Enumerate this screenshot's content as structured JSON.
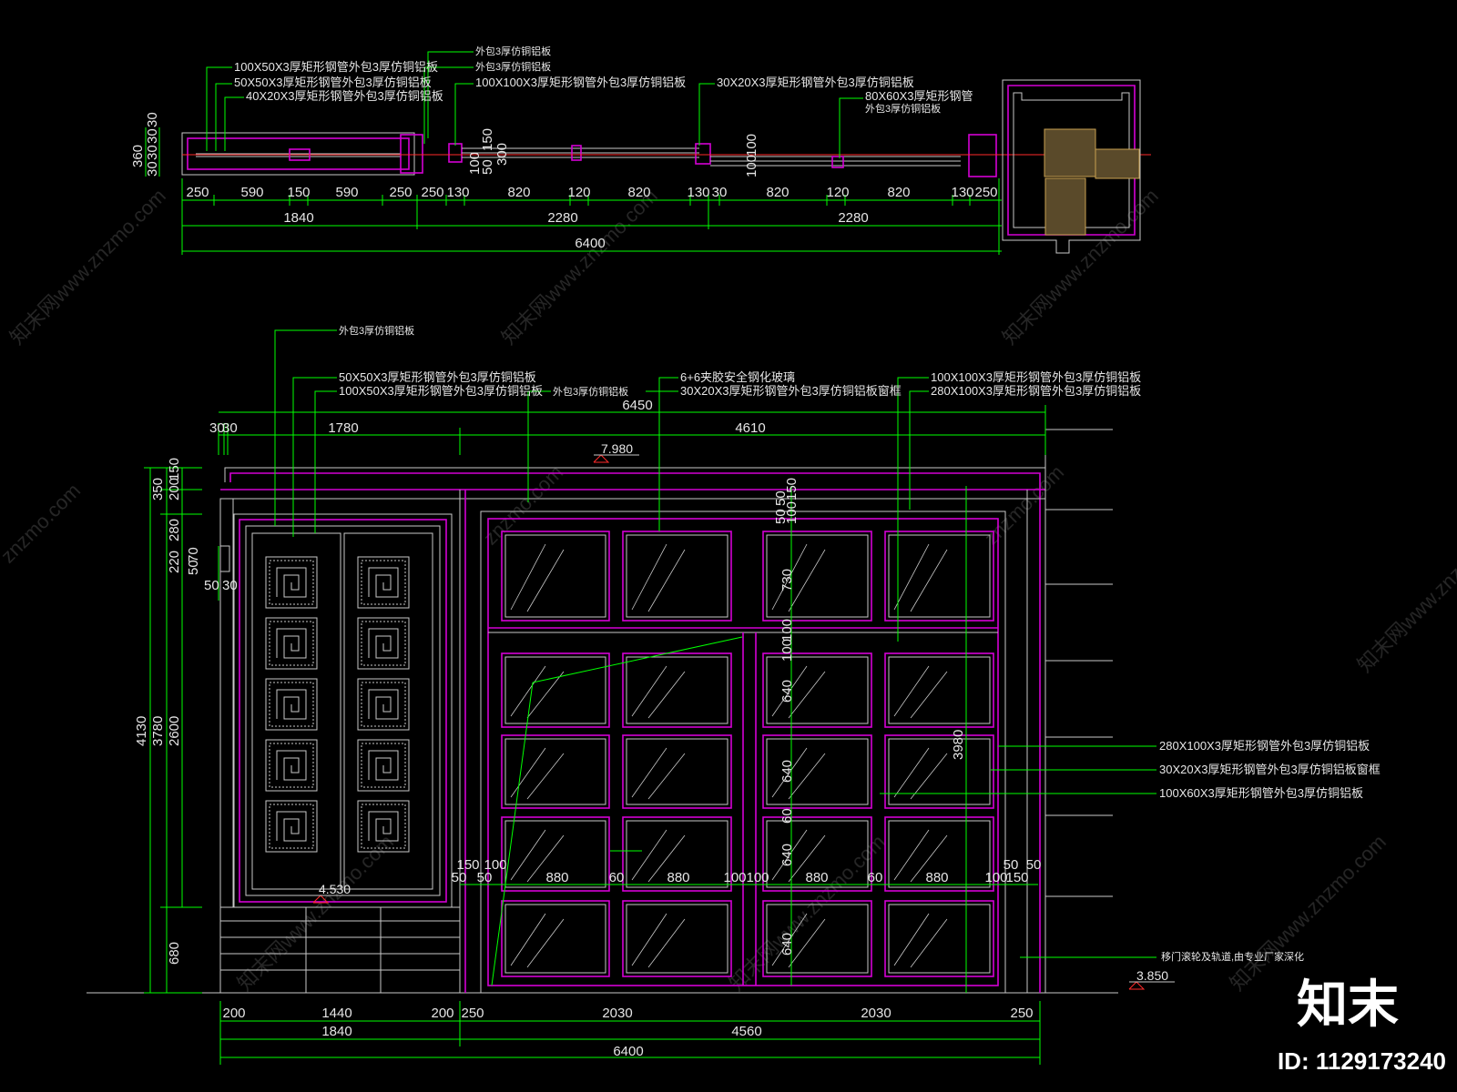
{
  "plan": {
    "notes": {
      "n1": "外包3厚仿铜铝板",
      "n2": "外包3厚仿铜铝板",
      "n3": "100X50X3厚矩形钢管外包3厚仿铜铝板",
      "n4": "50X50X3厚矩形钢管外包3厚仿铜铝板",
      "n5": "40X20X3厚矩形钢管外包3厚仿铜铝板",
      "n6": "100X100X3厚矩形钢管外包3厚仿铜铝板",
      "n7": "30X20X3厚矩形钢管外包3厚仿铜铝板",
      "n8a": "80X60X3厚矩形钢管",
      "n8b": "外包3厚仿铜铝板"
    },
    "dims_row1": [
      "250",
      "590",
      "150",
      "590",
      "250",
      "250",
      "130",
      "820",
      "120",
      "820",
      "130",
      "30",
      "820",
      "120",
      "820",
      "130",
      "250"
    ],
    "dims_row2": [
      "1840",
      "2280",
      "2280"
    ],
    "dims_row3": "6400",
    "vert_dims": [
      "360",
      "30",
      "30",
      "30",
      "30",
      "100",
      "50",
      "150",
      "300",
      "100",
      "100"
    ]
  },
  "elevation": {
    "notes": {
      "e1": "外包3厚仿铜铝板",
      "e2": "50X50X3厚矩形钢管外包3厚仿铜铝板",
      "e3": "100X50X3厚矩形钢管外包3厚仿铜铝板",
      "e4": "外包3厚仿铜铝板",
      "e5": "6+6夹胶安全钢化玻璃",
      "e6": "30X20X3厚矩形钢管外包3厚仿铜铝板窗框",
      "e7": "100X100X3厚矩形钢管外包3厚仿铜铝板",
      "e8": "280X100X3厚矩形钢管外包3厚仿铜铝板",
      "r1": "280X100X3厚矩形钢管外包3厚仿铜铝板",
      "r2": "30X20X3厚矩形钢管外包3厚仿铜铝板窗框",
      "r3": "100X60X3厚矩形钢管外包3厚仿铜铝板",
      "r4": "移门滚轮及轨道,由专业厂家深化"
    },
    "top_dims": {
      "overall": "6450",
      "a": "30",
      "b": "30",
      "c": "1780",
      "d": "4610"
    },
    "levels": {
      "top": "7.980",
      "mid": "4.530",
      "bottom": "3.850"
    },
    "left_dims": [
      "4130",
      "3780",
      "2600",
      "680",
      "350",
      "200",
      "150",
      "220",
      "280",
      "70",
      "50",
      "50",
      "30"
    ],
    "inner_dims": [
      "50",
      "50",
      "100",
      "150",
      "730",
      "100",
      "100",
      "640",
      "640",
      "640",
      "640",
      "60",
      "3980"
    ],
    "mid_dims": [
      "50",
      "50",
      "150",
      "100",
      "880",
      "60",
      "880",
      "100",
      "100",
      "880",
      "60",
      "880",
      "100",
      "50",
      "50",
      "150"
    ],
    "bottom_dims": {
      "r1": [
        "200",
        "1440",
        "200",
        "250",
        "2030",
        "2030",
        "250"
      ],
      "r2": [
        "1840",
        "4560"
      ],
      "r3": "6400"
    }
  },
  "brand": {
    "logo": "知末",
    "id": "ID: 1129173240"
  },
  "watermarks": {
    "site": "znzmo.com",
    "cn": "知末网www.znzmo.com"
  },
  "colors": {
    "background": "#000000",
    "dimension": "#00ff00",
    "frame": "#d400d4",
    "line": "#c8c8c8",
    "axis": "#ff2a2a"
  }
}
